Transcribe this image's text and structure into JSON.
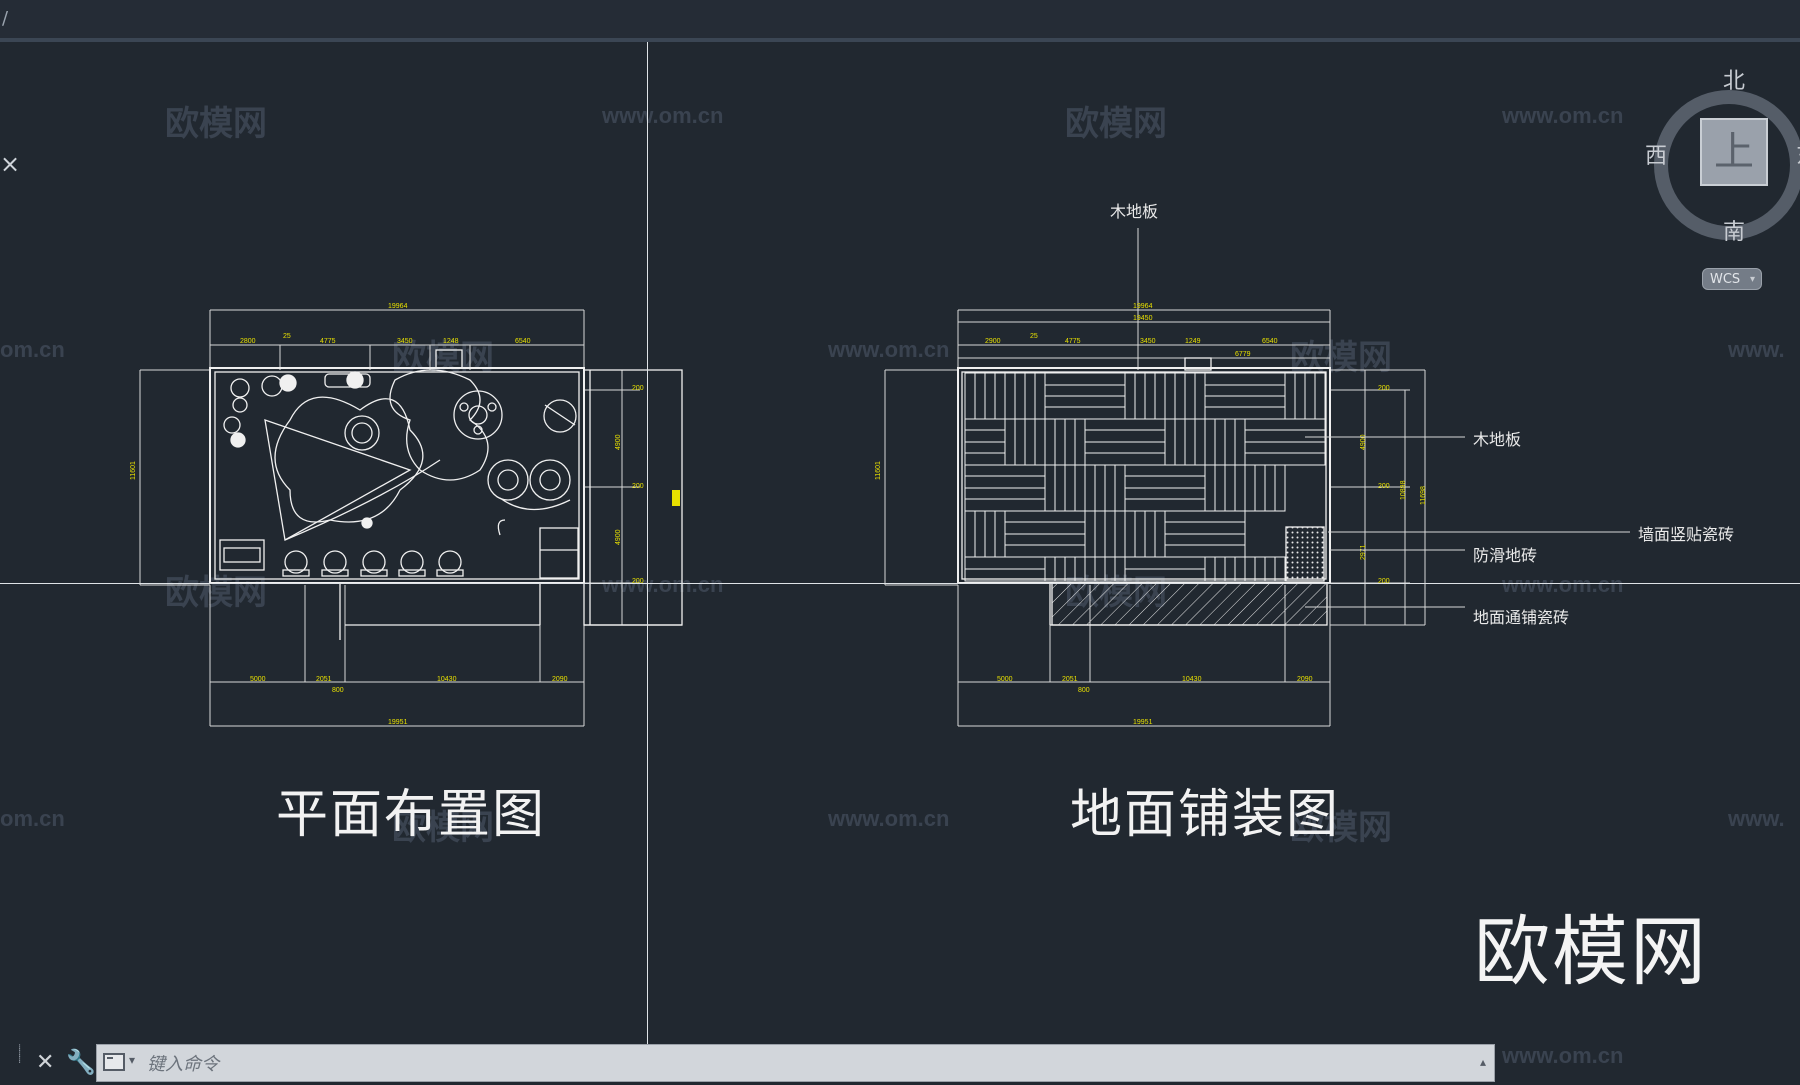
{
  "topbar": {
    "slash": "/"
  },
  "cursor_mark": "×",
  "watermarks": {
    "cn": "欧模网",
    "url": "www.om.cn",
    "url_short": "om.cn",
    "url_cut": "www."
  },
  "drawings": {
    "left_title": "平面布置图",
    "right_title": "地面铺装图",
    "labels": {
      "top_wood": "木地板",
      "side_wood": "木地板",
      "wall_tile": "墙面竖贴瓷砖",
      "antislip": "防滑地砖",
      "floor_tile": "地面通铺瓷砖"
    }
  },
  "brand": "欧模网",
  "viewcube": {
    "north": "北",
    "south": "南",
    "west": "西",
    "east": "东",
    "face": "上",
    "wcs": "WCS",
    "wcs_arrow": "▾"
  },
  "command_line": {
    "placeholder": "键入命令",
    "close_glyph": "✕",
    "wrench_glyph": "🔧",
    "caret": "▾",
    "scroll": "▴"
  },
  "colors": {
    "background": "#212830",
    "line": "#f0f0f0",
    "dimension": "#e8e000",
    "watermark": "#3a4350"
  }
}
